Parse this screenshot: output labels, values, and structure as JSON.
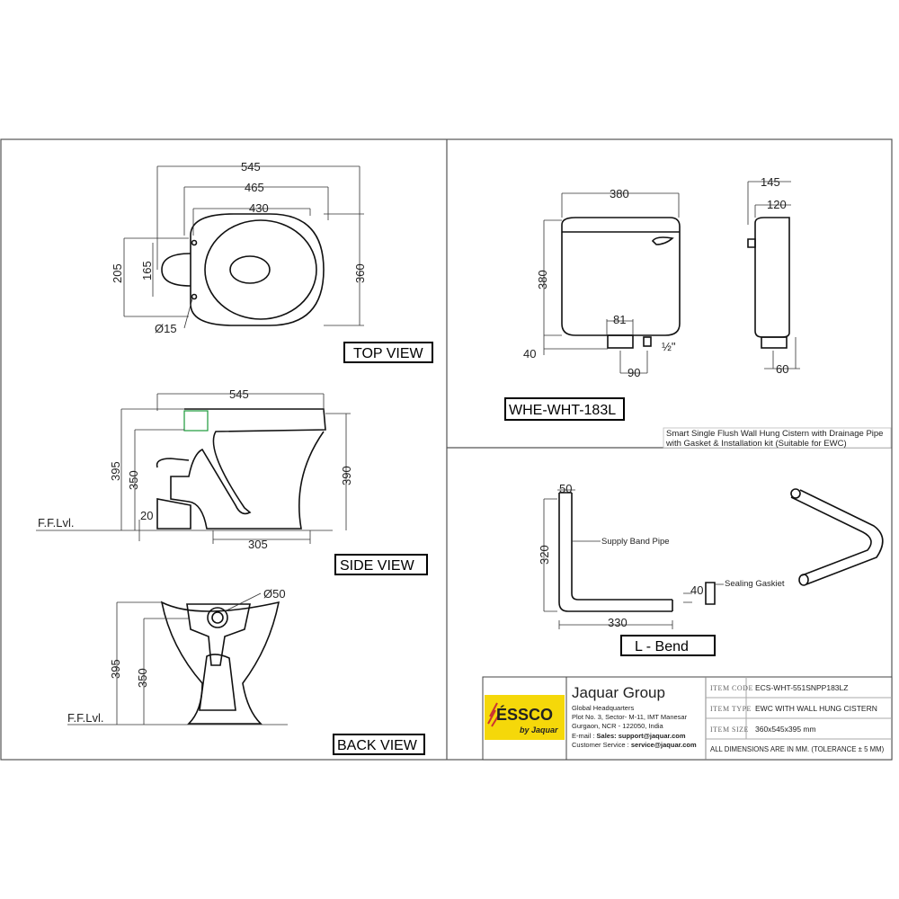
{
  "top_view": {
    "label": "TOP VIEW",
    "dims": [
      "545",
      "465",
      "430",
      "205",
      "165",
      "360",
      "Ø15"
    ]
  },
  "side_view": {
    "label": "SIDE VIEW",
    "floor": "F.F.Lvl.",
    "dims": [
      "545",
      "395",
      "350",
      "390",
      "20",
      "305"
    ]
  },
  "back_view": {
    "label": "BACK VIEW",
    "floor": "F.F.Lvl.",
    "dims": [
      "Ø50",
      "395",
      "350"
    ]
  },
  "cistern": {
    "model": "WHE-WHT-183L",
    "dims": [
      "380",
      "380",
      "81",
      "40",
      "90",
      "½\"",
      "145",
      "120",
      "60"
    ],
    "description_1": "Smart Single Flush Wall Hung Cistern with Drainage Pipe",
    "description_2": "with Gasket & Installation kit (Suitable for EWC)"
  },
  "lbend": {
    "label": "L - Bend",
    "dims": [
      "50",
      "320",
      "330",
      "40"
    ],
    "supply": "Supply Band Pipe",
    "gasket": "Sealing Gaskiet"
  },
  "title_block": {
    "logo_text": "ÉSSCO",
    "logo_sub": "by Jaquar",
    "company": "Jaquar Group",
    "address": [
      "Global Headquarters",
      "Plot No. 3, Sector- M-11, IMT Manesar",
      "Gurgaon, NCR - 122050, India"
    ],
    "email_label": "E-mail : ",
    "email": "Sales: support@jaquar.com",
    "cs_label": "Customer Service : ",
    "cs": "service@jaquar.com",
    "item_code_label": "ITEM CODE",
    "item_code": "ECS-WHT-551SNPP183LZ",
    "item_type_label": "ITEM TYPE",
    "item_type": "EWC WITH WALL HUNG CISTERN",
    "item_size_label": "ITEM SIZE",
    "item_size": "360x545x395 mm",
    "note": "ALL DIMENSIONS ARE IN MM. (TOLERANCE ± 5 MM)",
    "logo_color": "#f5d80a"
  }
}
